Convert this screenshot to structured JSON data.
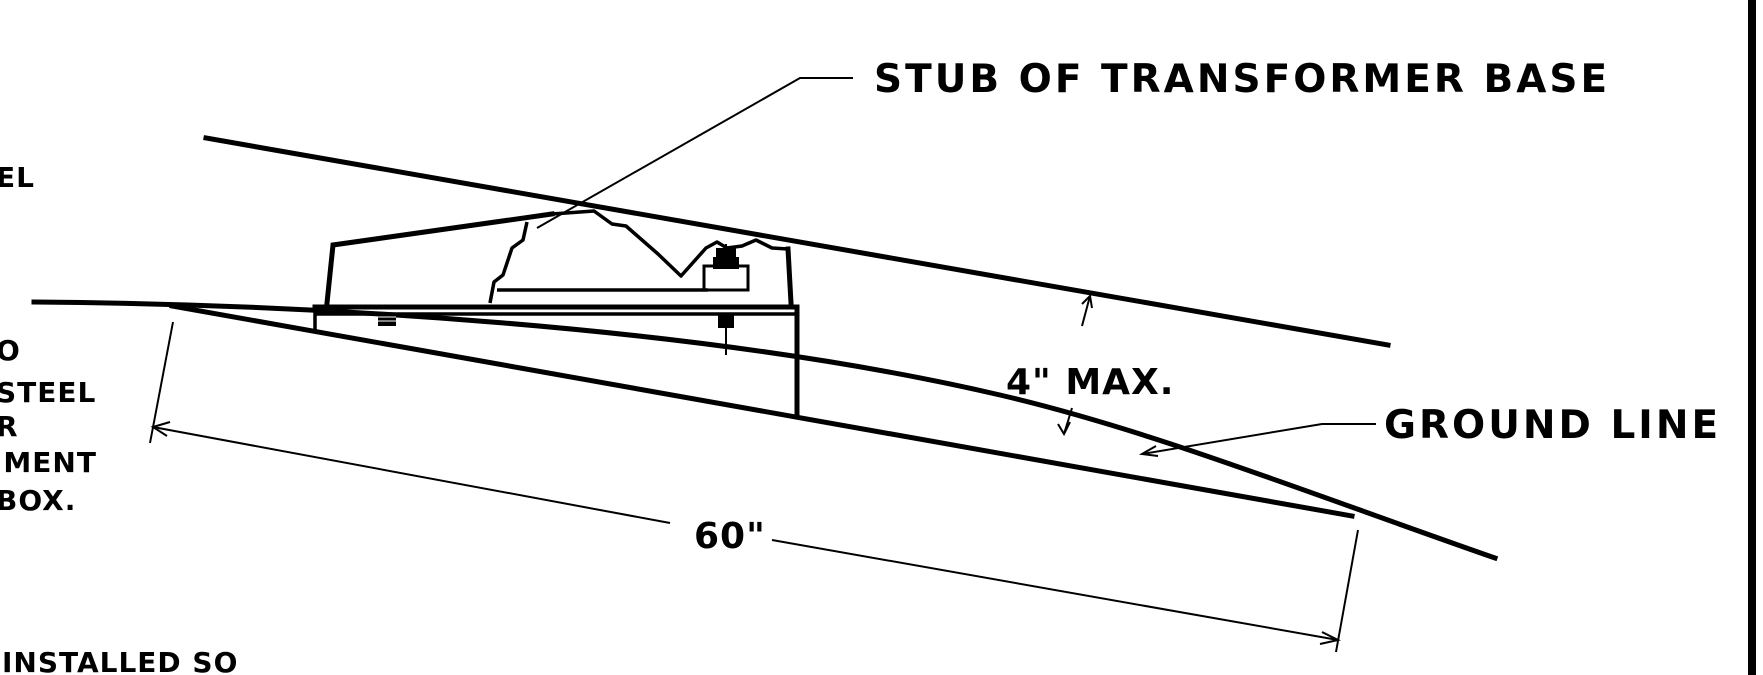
{
  "labels": {
    "stub": "STUB OF TRANSFORMER BASE",
    "ground_line": "GROUND LINE",
    "max_offset": "4\" MAX.",
    "span_length": "60\""
  },
  "left_margin_fragments": [
    "EL",
    "O",
    "STEEL",
    "R",
    "IMENT",
    "BOX.",
    "INSTALLED SO"
  ]
}
